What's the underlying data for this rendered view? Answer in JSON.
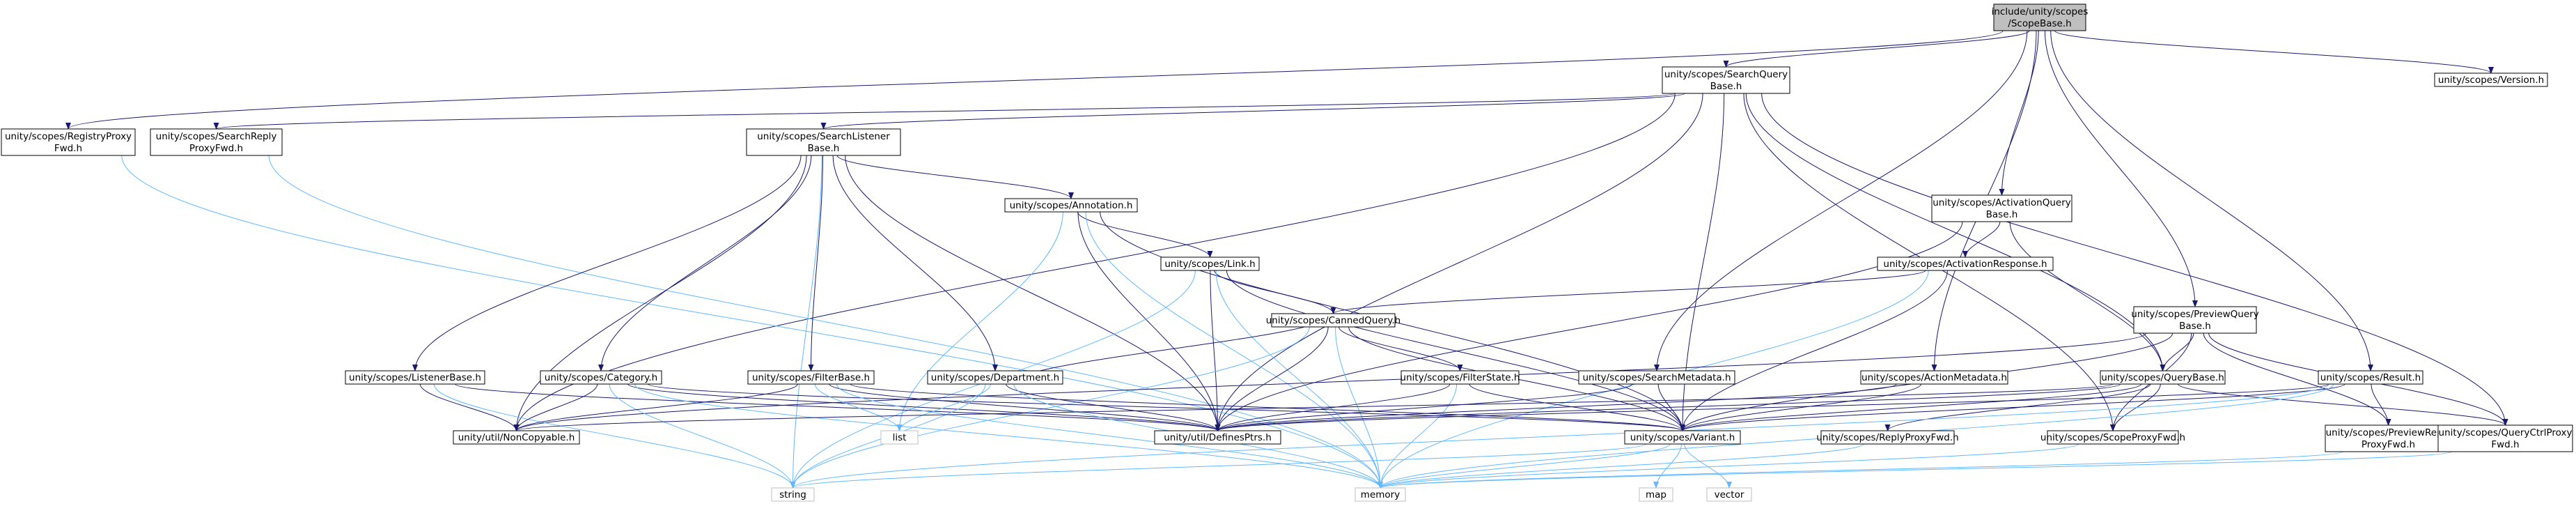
{
  "graph": {
    "nodes": [
      {
        "id": "scopebase",
        "lines": [
          "include/unity/scopes",
          "/ScopeBase.h"
        ],
        "kind": "root"
      },
      {
        "id": "searchquerybase",
        "lines": [
          "unity/scopes/SearchQuery",
          "Base.h"
        ],
        "kind": "header"
      },
      {
        "id": "version",
        "lines": [
          "unity/scopes/Version.h"
        ],
        "kind": "header"
      },
      {
        "id": "registryproxyfwd",
        "lines": [
          "unity/scopes/RegistryProxy",
          "Fwd.h"
        ],
        "kind": "header"
      },
      {
        "id": "searchreplyproxyfwd",
        "lines": [
          "unity/scopes/SearchReply",
          "ProxyFwd.h"
        ],
        "kind": "header"
      },
      {
        "id": "searchlistenerbase",
        "lines": [
          "unity/scopes/SearchListener",
          "Base.h"
        ],
        "kind": "header"
      },
      {
        "id": "annotation",
        "lines": [
          "unity/scopes/Annotation.h"
        ],
        "kind": "header"
      },
      {
        "id": "activationquerybase",
        "lines": [
          "unity/scopes/ActivationQuery",
          "Base.h"
        ],
        "kind": "header"
      },
      {
        "id": "link",
        "lines": [
          "unity/scopes/Link.h"
        ],
        "kind": "header"
      },
      {
        "id": "activationresponse",
        "lines": [
          "unity/scopes/ActivationResponse.h"
        ],
        "kind": "header"
      },
      {
        "id": "cannedquery",
        "lines": [
          "unity/scopes/CannedQuery.h"
        ],
        "kind": "header"
      },
      {
        "id": "previewquerybase",
        "lines": [
          "unity/scopes/PreviewQuery",
          "Base.h"
        ],
        "kind": "header"
      },
      {
        "id": "listenerbase",
        "lines": [
          "unity/scopes/ListenerBase.h"
        ],
        "kind": "header"
      },
      {
        "id": "category",
        "lines": [
          "unity/scopes/Category.h"
        ],
        "kind": "header"
      },
      {
        "id": "filterbase",
        "lines": [
          "unity/scopes/FilterBase.h"
        ],
        "kind": "header"
      },
      {
        "id": "department",
        "lines": [
          "unity/scopes/Department.h"
        ],
        "kind": "header"
      },
      {
        "id": "filterstate",
        "lines": [
          "unity/scopes/FilterState.h"
        ],
        "kind": "header"
      },
      {
        "id": "searchmetadata",
        "lines": [
          "unity/scopes/SearchMetadata.h"
        ],
        "kind": "header"
      },
      {
        "id": "actionmetadata",
        "lines": [
          "unity/scopes/ActionMetadata.h"
        ],
        "kind": "header"
      },
      {
        "id": "querybase",
        "lines": [
          "unity/scopes/QueryBase.h"
        ],
        "kind": "header"
      },
      {
        "id": "result",
        "lines": [
          "unity/scopes/Result.h"
        ],
        "kind": "header"
      },
      {
        "id": "noncopyable",
        "lines": [
          "unity/util/NonCopyable.h"
        ],
        "kind": "header"
      },
      {
        "id": "list",
        "lines": [
          "list"
        ],
        "kind": "lib"
      },
      {
        "id": "definesptrs",
        "lines": [
          "unity/util/DefinesPtrs.h"
        ],
        "kind": "header"
      },
      {
        "id": "variant",
        "lines": [
          "unity/scopes/Variant.h"
        ],
        "kind": "header"
      },
      {
        "id": "replyproxyfwd",
        "lines": [
          "unity/scopes/ReplyProxyFwd.h"
        ],
        "kind": "header"
      },
      {
        "id": "scopeproxyfwd",
        "lines": [
          "unity/scopes/ScopeProxyFwd.h"
        ],
        "kind": "header"
      },
      {
        "id": "previewreplyproxyfwd",
        "lines": [
          "unity/scopes/PreviewReply",
          "ProxyFwd.h"
        ],
        "kind": "header"
      },
      {
        "id": "queryctrlproxyfwd",
        "lines": [
          "unity/scopes/QueryCtrlProxy",
          "Fwd.h"
        ],
        "kind": "header"
      },
      {
        "id": "string",
        "lines": [
          "string"
        ],
        "kind": "lib"
      },
      {
        "id": "memory",
        "lines": [
          "memory"
        ],
        "kind": "lib"
      },
      {
        "id": "map",
        "lines": [
          "map"
        ],
        "kind": "lib"
      },
      {
        "id": "vector",
        "lines": [
          "vector"
        ],
        "kind": "lib"
      }
    ],
    "edges": [
      [
        "scopebase",
        "searchquerybase"
      ],
      [
        "scopebase",
        "version"
      ],
      [
        "scopebase",
        "registryproxyfwd"
      ],
      [
        "scopebase",
        "searchmetadata"
      ],
      [
        "scopebase",
        "actionmetadata"
      ],
      [
        "scopebase",
        "activationquerybase"
      ],
      [
        "scopebase",
        "previewquerybase"
      ],
      [
        "scopebase",
        "result"
      ],
      [
        "searchquerybase",
        "searchreplyproxyfwd"
      ],
      [
        "searchquerybase",
        "searchlistenerbase"
      ],
      [
        "searchquerybase",
        "noncopyable"
      ],
      [
        "searchquerybase",
        "definesptrs"
      ],
      [
        "searchquerybase",
        "variant"
      ],
      [
        "searchquerybase",
        "querybase"
      ],
      [
        "searchquerybase",
        "scopeproxyfwd"
      ],
      [
        "searchquerybase",
        "queryctrlproxyfwd"
      ],
      [
        "registryproxyfwd",
        "memory"
      ],
      [
        "searchreplyproxyfwd",
        "memory"
      ],
      [
        "searchlistenerbase",
        "annotation"
      ],
      [
        "searchlistenerbase",
        "listenerbase"
      ],
      [
        "searchlistenerbase",
        "category"
      ],
      [
        "searchlistenerbase",
        "filterbase"
      ],
      [
        "searchlistenerbase",
        "department"
      ],
      [
        "searchlistenerbase",
        "definesptrs"
      ],
      [
        "searchlistenerbase",
        "noncopyable"
      ],
      [
        "searchlistenerbase",
        "string"
      ],
      [
        "annotation",
        "link"
      ],
      [
        "annotation",
        "list"
      ],
      [
        "annotation",
        "definesptrs"
      ],
      [
        "annotation",
        "variant"
      ],
      [
        "annotation",
        "memory"
      ],
      [
        "link",
        "cannedquery"
      ],
      [
        "link",
        "definesptrs"
      ],
      [
        "link",
        "variant"
      ],
      [
        "link",
        "string"
      ],
      [
        "link",
        "memory"
      ],
      [
        "activationquerybase",
        "activationresponse"
      ],
      [
        "activationquerybase",
        "querybase"
      ],
      [
        "activationquerybase",
        "definesptrs"
      ],
      [
        "activationresponse",
        "cannedquery"
      ],
      [
        "activationresponse",
        "variant"
      ],
      [
        "activationresponse",
        "memory"
      ],
      [
        "cannedquery",
        "filterstate"
      ],
      [
        "cannedquery",
        "definesptrs"
      ],
      [
        "cannedquery",
        "variant"
      ],
      [
        "cannedquery",
        "string"
      ],
      [
        "cannedquery",
        "memory"
      ],
      [
        "previewquerybase",
        "querybase"
      ],
      [
        "previewquerybase",
        "previewreplyproxyfwd"
      ],
      [
        "previewquerybase",
        "variant"
      ],
      [
        "previewquerybase",
        "noncopyable"
      ],
      [
        "previewquerybase",
        "scopeproxyfwd"
      ],
      [
        "previewquerybase",
        "queryctrlproxyfwd"
      ],
      [
        "listenerbase",
        "noncopyable"
      ],
      [
        "listenerbase",
        "definesptrs"
      ],
      [
        "listenerbase",
        "string"
      ],
      [
        "category",
        "noncopyable"
      ],
      [
        "category",
        "definesptrs"
      ],
      [
        "category",
        "variant"
      ],
      [
        "category",
        "string"
      ],
      [
        "category",
        "memory"
      ],
      [
        "filterbase",
        "definesptrs"
      ],
      [
        "filterbase",
        "noncopyable"
      ],
      [
        "filterbase",
        "variant"
      ],
      [
        "filterbase",
        "list"
      ],
      [
        "filterbase",
        "memory"
      ],
      [
        "department",
        "cannedquery"
      ],
      [
        "department",
        "definesptrs"
      ],
      [
        "department",
        "list"
      ],
      [
        "department",
        "string"
      ],
      [
        "department",
        "memory"
      ],
      [
        "filterstate",
        "definesptrs"
      ],
      [
        "filterstate",
        "variant"
      ],
      [
        "filterstate",
        "memory"
      ],
      [
        "searchmetadata",
        "definesptrs"
      ],
      [
        "searchmetadata",
        "variant"
      ],
      [
        "actionmetadata",
        "definesptrs"
      ],
      [
        "actionmetadata",
        "variant"
      ],
      [
        "querybase",
        "noncopyable"
      ],
      [
        "querybase",
        "definesptrs"
      ],
      [
        "querybase",
        "variant"
      ],
      [
        "querybase",
        "replyproxyfwd"
      ],
      [
        "querybase",
        "scopeproxyfwd"
      ],
      [
        "querybase",
        "queryctrlproxyfwd"
      ],
      [
        "result",
        "definesptrs"
      ],
      [
        "result",
        "variant"
      ],
      [
        "result",
        "string"
      ],
      [
        "result",
        "memory"
      ],
      [
        "result",
        "previewreplyproxyfwd"
      ],
      [
        "variant",
        "string"
      ],
      [
        "variant",
        "memory"
      ],
      [
        "variant",
        "map"
      ],
      [
        "variant",
        "vector"
      ],
      [
        "replyproxyfwd",
        "memory"
      ],
      [
        "scopeproxyfwd",
        "memory"
      ],
      [
        "previewreplyproxyfwd",
        "memory"
      ],
      [
        "queryctrlproxyfwd",
        "memory"
      ]
    ]
  },
  "colors": {
    "edge": "#191970",
    "edge_lib": "#63b8ff",
    "root_fill": "#bfbfbf",
    "lib_border": "#bfbfbf"
  }
}
